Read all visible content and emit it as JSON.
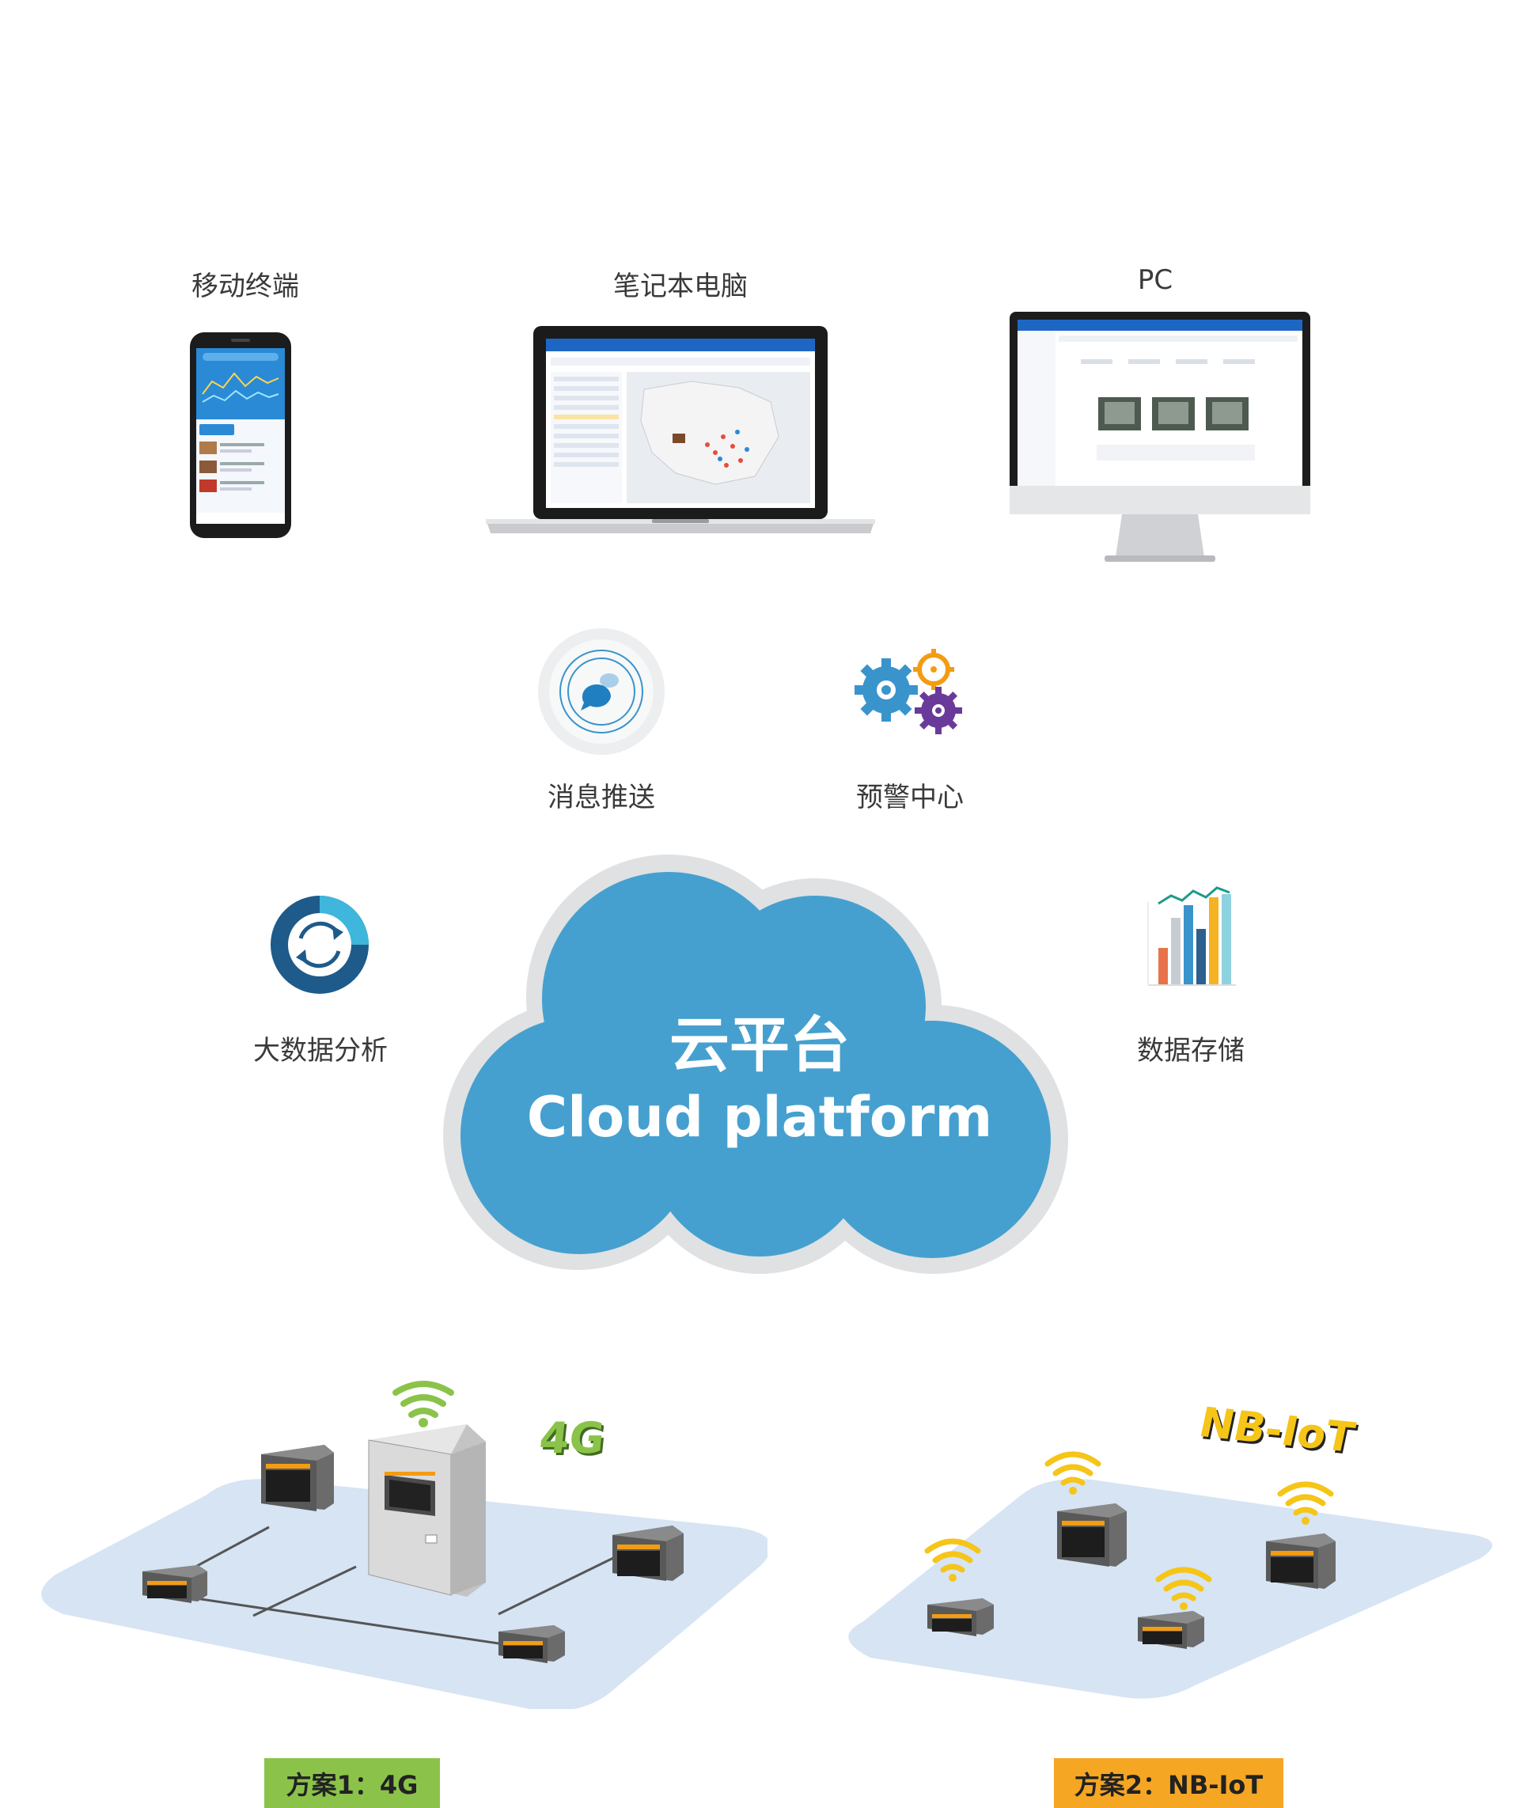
{
  "devices": {
    "mobile": "移动终端",
    "laptop": "笔记本电脑",
    "pc": "PC"
  },
  "services": {
    "message_push": "消息推送",
    "alert_center": "预警中心",
    "big_data": "大数据分析",
    "data_storage": "数据存储"
  },
  "cloud": {
    "title_cn": "云平台",
    "title_en": "Cloud platform"
  },
  "network": {
    "tag_4g": "4G",
    "tag_nbiot": "NB-IoT"
  },
  "plans": {
    "plan1": "方案1：4G",
    "plan2": "方案2：NB-IoT"
  },
  "colors": {
    "cloud_blue": "#45a0cf",
    "cloud_ring": "#e0e2e4",
    "ground": "#d6e4f4",
    "plan1_badge": "#8bc34a",
    "plan2_badge": "#f5a623",
    "wifi_green": "#8bc34a",
    "wifi_yellow": "#f5c518",
    "device_orange": "#f39c12"
  }
}
